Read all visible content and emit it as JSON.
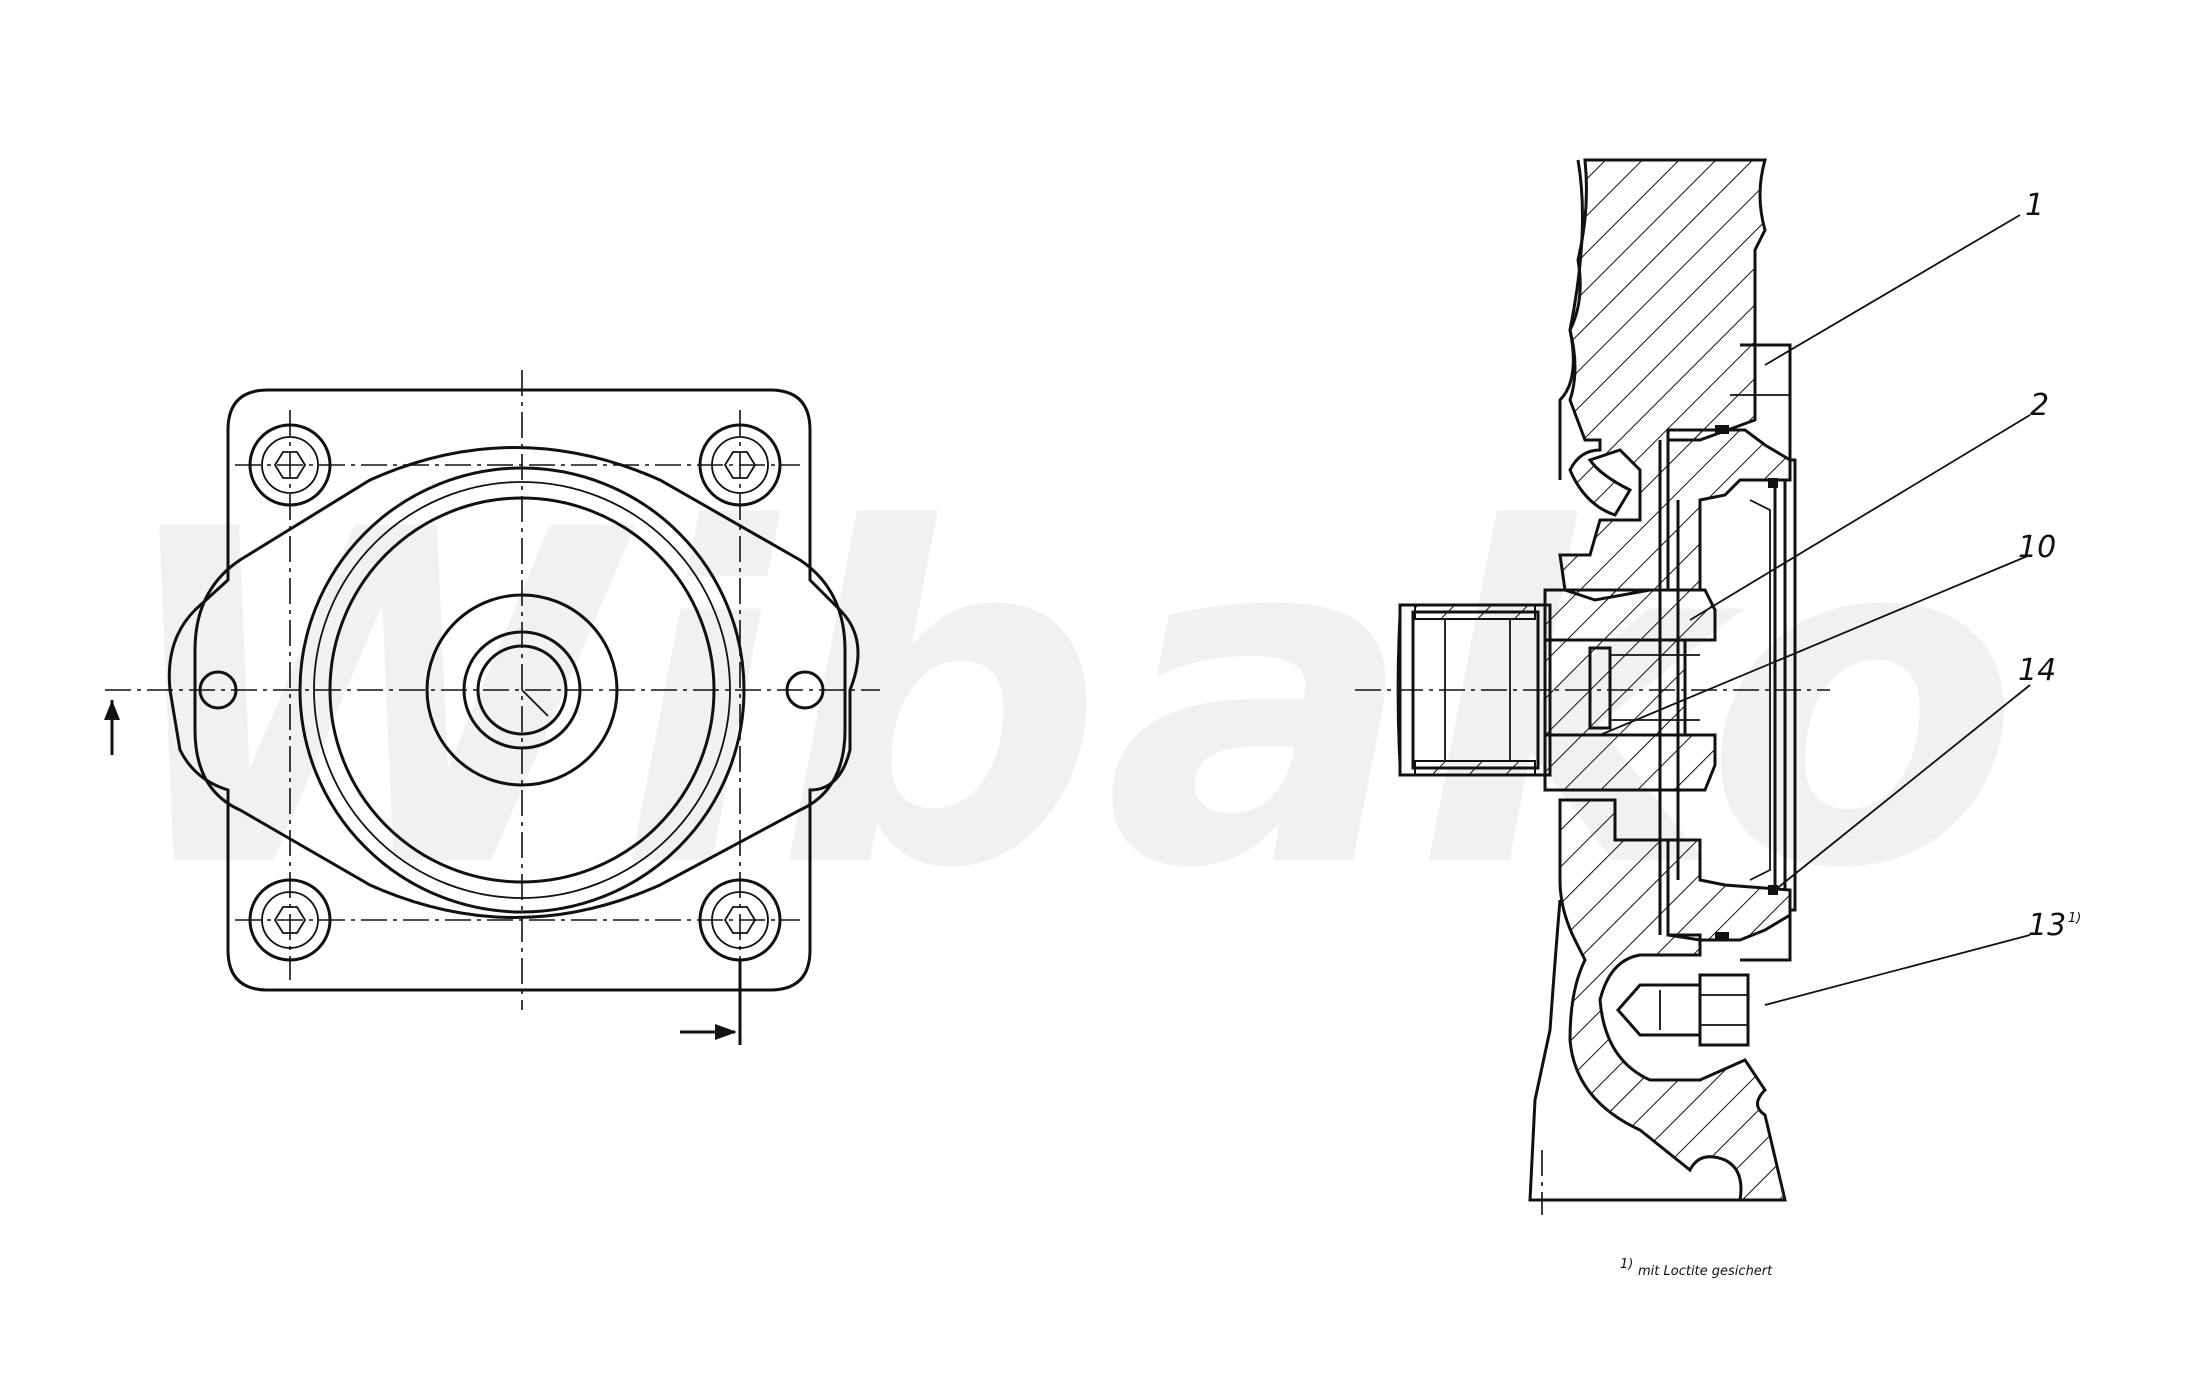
{
  "watermark": "Wibako",
  "callouts": [
    {
      "id": "c1",
      "label": "1"
    },
    {
      "id": "c2",
      "label": "2"
    },
    {
      "id": "c10",
      "label": "10"
    },
    {
      "id": "c14",
      "label": "14"
    },
    {
      "id": "c13",
      "label": "13",
      "superscript": "1)"
    }
  ],
  "footnote": {
    "marker": "1)",
    "text": "mit Loctite gesichert"
  }
}
